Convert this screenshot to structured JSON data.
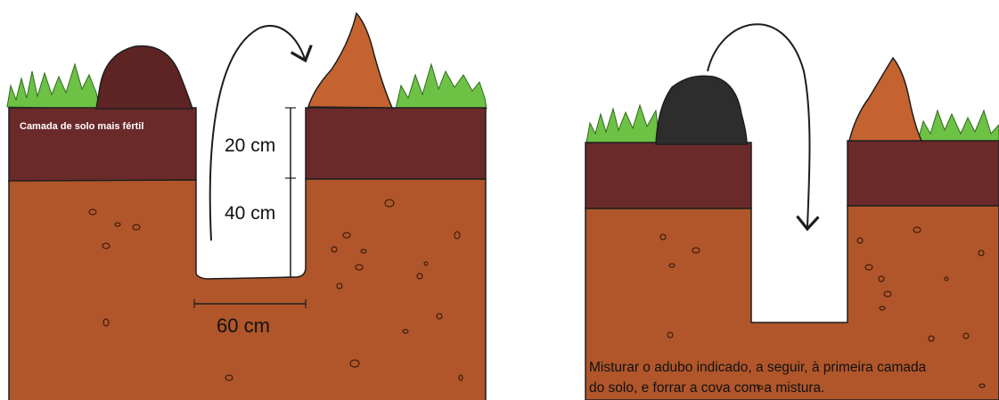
{
  "left_panel": {
    "fertile_layer_label": "Camada de solo mais fértil",
    "depth_top_label": "20 cm",
    "depth_bottom_label": "40 cm",
    "width_label": "60 cm"
  },
  "right_panel": {
    "caption_line1": "Misturar o adubo indicado, a seguir, à primeira camada",
    "caption_line2": "do solo, e forrar a cova com a mistura."
  },
  "colors": {
    "topsoil": "#6b2a2a",
    "subsoil": "#b0562a",
    "topsoil_mound": "#5e2424",
    "subsoil_mound": "#c56330",
    "fertilizer_mound": "#2d2d2d",
    "grass": "#6dc245",
    "outline": "#1e1e1e"
  }
}
